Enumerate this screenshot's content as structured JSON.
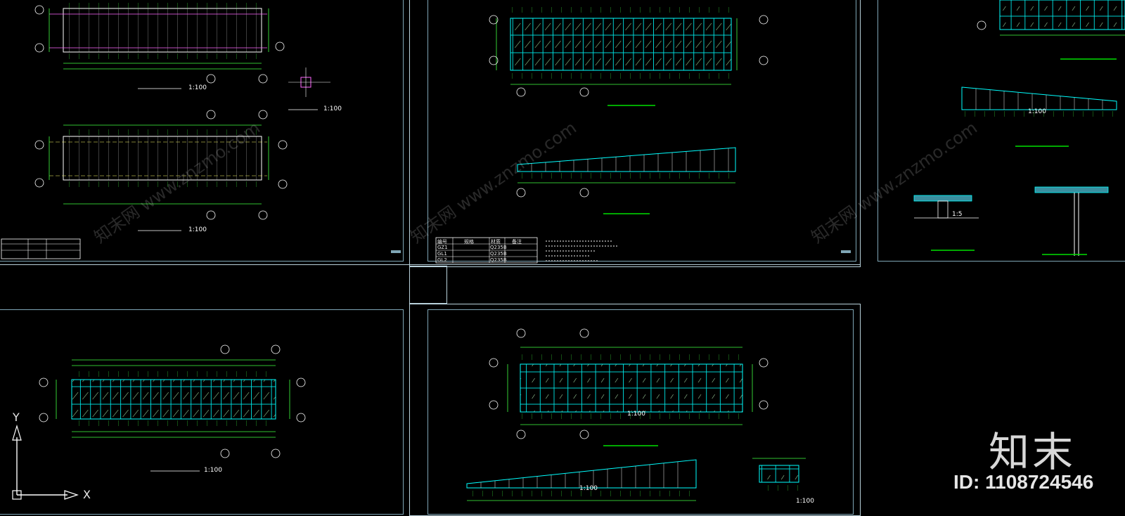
{
  "colors": {
    "background": "#000000",
    "sheet_border": "#7fa6b6",
    "structure": "#ffffff",
    "member": "#00ffff",
    "dimension": "#40ff40",
    "accent_green": "#00e000"
  },
  "drawings": {
    "plan_1_scale": "1:100",
    "plan_2_scale": "1:100",
    "plan_3_scale": "1:100",
    "plan_4_scale": "1:100",
    "elev_1_scale": "1:100",
    "elev_2_scale": "1:100",
    "detail_scale_1": "1:100",
    "detail_scale_2": "1:5",
    "detail_scale_3": "1:100"
  },
  "legend_table": {
    "header": [
      "编号",
      "规格",
      "材质",
      "备注"
    ],
    "rows": [
      [
        "GZ1",
        "",
        "Q235B",
        ""
      ],
      [
        "GL1",
        "",
        "Q235B",
        ""
      ],
      [
        "GL2",
        "",
        "Q235B",
        ""
      ]
    ]
  },
  "ucs": {
    "x_label": "X",
    "y_label": "Y"
  },
  "brand": {
    "logo": "知末",
    "id_text": "ID: 1108724546"
  },
  "watermark": {
    "text": "知末网 www.znzmo.com"
  }
}
